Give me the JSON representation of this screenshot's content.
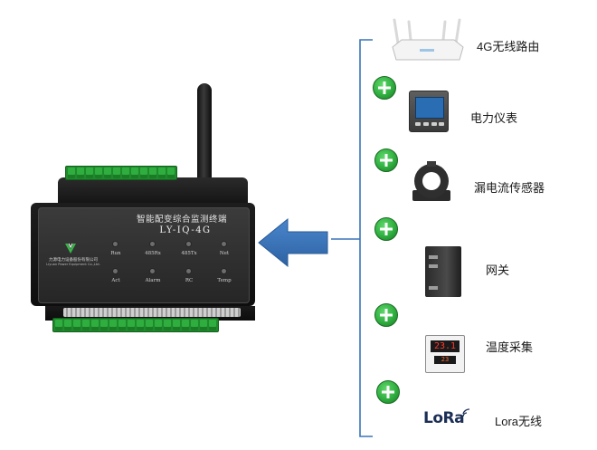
{
  "device": {
    "title": "智能配变综合监测终端",
    "model": "LY-IQ-4G",
    "brand_cn": "力源电力设备股份有限公司",
    "brand_en": "Liyuan Power Equipment Co.,Ltd.",
    "leds_top": [
      "Run",
      "485Rx",
      "485Tx",
      "Net"
    ],
    "leds_bottom": [
      "Act",
      "Alarm",
      "RC",
      "Temp"
    ]
  },
  "items": [
    {
      "label": "4G无线路由",
      "icon": "router-icon"
    },
    {
      "label": "电力仪表",
      "icon": "power-meter-icon"
    },
    {
      "label": "漏电流传感器",
      "icon": "current-sensor-icon"
    },
    {
      "label": "网关",
      "icon": "gateway-icon"
    },
    {
      "label": "温度采集",
      "icon": "temperature-controller-icon"
    },
    {
      "label": "Lora无线",
      "icon": "lora-logo-icon"
    }
  ],
  "temp_display": {
    "main": "23.1",
    "sub": "23"
  },
  "lora_logo_text": "LoRa",
  "colors": {
    "arrow": "#3a74b8",
    "bracket": "#3a74b8",
    "plus": "#2fae3f",
    "terminal_green": "#2fae3f"
  }
}
